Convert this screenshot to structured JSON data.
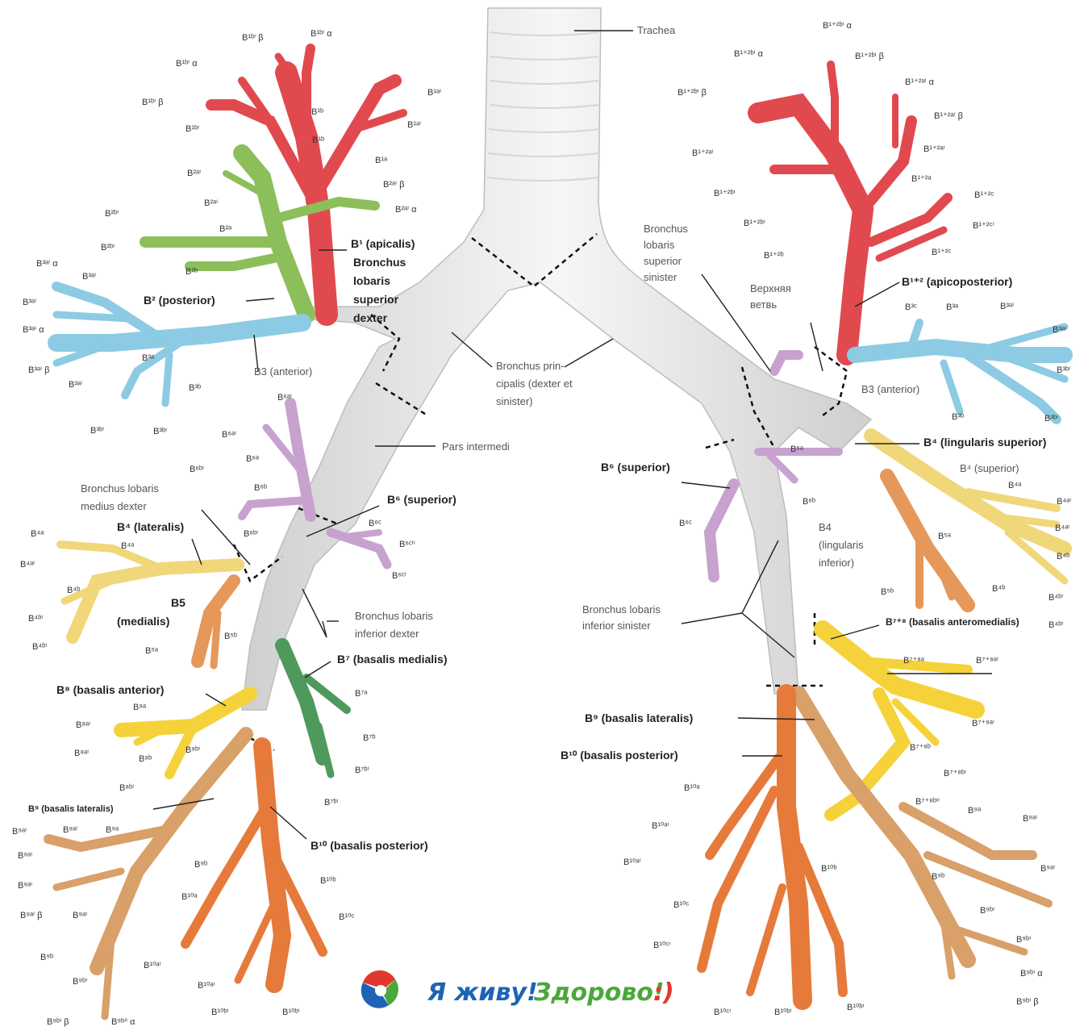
{
  "colors": {
    "trachea": "#e7e7e7",
    "red": "#e04a4f",
    "green": "#8cbf5a",
    "blue": "#8ccbe3",
    "purple": "#c7a2cf",
    "yellow": "#f0d77a",
    "bright_yellow": "#f5d23a",
    "orange": "#e67a3a",
    "tan": "#d9a06a",
    "dark_green": "#4e9a5c",
    "peach": "#e6985a",
    "watermark_blue": "#1e63b5",
    "watermark_green": "#4aa83a",
    "watermark_red": "#e2372c"
  },
  "labels": {
    "trachea": "Trachea",
    "b1_apicalis": "B¹ (apicalis)",
    "bronchus_lobaris_sup_dexter_1": "Bronchus",
    "bronchus_lobaris_sup_dexter_2": "lobaris",
    "bronchus_lobaris_sup_dexter_3": "superior",
    "bronchus_lobaris_sup_dexter_4": "dexter",
    "b2_posterior": "B² (posterior)",
    "b3_anterior_r": "B3 (anterior)",
    "bronchus_principalis_1": "Bronchus prin-",
    "bronchus_principalis_2": "cipalis (dexter et",
    "bronchus_principalis_3": "sinister)",
    "pars_intermedia": "Pars intermedi",
    "bronchus_lob_medius_1": "Bronchus lobaris",
    "bronchus_lob_medius_2": "medius dexter",
    "b4_lateralis": "B⁴ (lateralis)",
    "b6_superior_r": "B⁶ (superior)",
    "b5_medialis_1": "B5",
    "b5_medialis_2": "(medialis)",
    "bronchus_lob_inf_dexter_1": "Bronchus lobaris",
    "bronchus_lob_inf_dexter_2": "inferior dexter",
    "b7_basalis_medialis": "B⁷ (basalis medialis)",
    "b8_basalis_anterior_r": "B⁸ (basalis anterior)",
    "b9_basalis_lateralis_r": "B⁹ (basalis lateralis)",
    "b10_basalis_posterior_r": "B¹⁰ (basalis posterior)",
    "bronchus_lob_sup_sin_1": "Bronchus",
    "bronchus_lob_sup_sin_2": "lobaris",
    "bronchus_lob_sup_sin_3": "superior",
    "bronchus_lob_sup_sin_4": "sinister",
    "verkhnyaya_1": "Верхняя",
    "verkhnyaya_2": "ветвь",
    "b12_apicoposterior": "B¹⁺² (apicoposterior)",
    "b3_anterior_l": "B3 (anterior)",
    "b4_lingularis_sup": "B⁴ (lingularis superior)",
    "b6_superior_l": "B⁶ (superior)",
    "b4_superior_small": "B⁴ (superior)",
    "b4_ling_inf_1": "B4",
    "b4_ling_inf_2": "(lingularis",
    "b4_ling_inf_3": "inferior)",
    "bronchus_lob_inf_sin_1": "Bronchus lobaris",
    "bronchus_lob_inf_sin_2": "inferior sinister",
    "b78_basalis_anteromedialis": "B⁷⁺⁸ (basalis anteromedialis)",
    "b9_basalis_lateralis_l": "B⁹ (basalis lateralis)",
    "b10_basalis_posterior_l": "B¹⁰ (basalis posterior)"
  },
  "small_labels": [
    "B¹ᵇⁱ β",
    "B¹ᵇⁱ α",
    "B¹ᵇⁱ α",
    "B¹ᵃⁱ",
    "B¹ᵇⁱ β",
    "B¹ᵇ",
    "B¹ᵃⁱ",
    "B¹ᵇⁱ",
    "B¹ᵇ",
    "B¹ᵃ",
    "B²ᵃⁱ",
    "B²ᵃⁱ β",
    "B²ᵃⁱ",
    "B²ᵃⁱ α",
    "B²ᵇⁱ",
    "B²ᵃ",
    "B²ᵇⁱ",
    "B²ᵇ",
    "B³ᵃⁱ α",
    "B³ᵃⁱ",
    "B³ᵃⁱ",
    "B³ᵃⁱ α",
    "B³ᵃ",
    "B³ᵃⁱ β",
    "B³ᵃⁱ",
    "B³ᵇ",
    "B³ᵇⁱ",
    "B³ᵇⁱ",
    "B⁶ᵃⁱ",
    "B⁶ᵃⁱ",
    "B⁶ᵃ",
    "B⁶ᵇⁱ",
    "B⁶ᵇ",
    "B⁶ᵇⁱ",
    "B⁶ᶜ",
    "B⁶ᶜⁱⁱ",
    "B⁶ᶜⁱ",
    "B⁴ᵃ",
    "B⁴ᵃⁱ",
    "B⁴ᵃ",
    "B⁴ᵇ",
    "B⁴ᵇⁱ",
    "B⁴ᵇⁱ",
    "B⁵ᵇ",
    "B⁵ᵃ",
    "B⁷ᵃ",
    "B⁷ᵇ",
    "B⁷ᵇⁱ",
    "B⁷ᵇⁱ",
    "B⁸ᵃⁱ",
    "B⁸ᵃ",
    "B⁸ᵃⁱ",
    "B⁸ᵇ",
    "B⁸ᵇⁱ",
    "B⁸ᵇⁱ",
    "B⁹ᵃⁱ",
    "B⁹ᵃⁱ",
    "B⁹ᵃ",
    "B⁹ᵃⁱ",
    "B⁹ᵃⁱ",
    "B⁹ᵃⁱ β",
    "B⁹ᵇ",
    "B⁹ᵃⁱ",
    "B⁹ᵇ",
    "B⁹ᵇⁱ",
    "B⁹ᵇⁱ β",
    "B⁹ᵇⁱⁱ α",
    "B¹⁰ᵃ",
    "B¹⁰ᵇ",
    "B¹⁰ᶜ",
    "B¹⁰ᵃⁱ",
    "B¹⁰ᵃⁱ",
    "B¹⁰ᵇⁱ",
    "B¹⁰ᵇⁱ",
    "B¹⁺²ᵇⁱ α",
    "B¹⁺²ᵇⁱ α",
    "B¹⁺²ᵇⁱ β",
    "B¹⁺²ᵃⁱ α",
    "B¹⁺²ᵇⁱ β",
    "B¹⁺²ᵃⁱ β",
    "B¹⁺²ᵃⁱ",
    "B¹⁺²ᵃⁱ",
    "B¹⁺²ᵃ",
    "B¹⁺²ᵇⁱ",
    "B¹⁺²ᶜ",
    "B¹⁺²ᵇⁱ",
    "B¹⁺²ᶜⁱ",
    "B¹⁺²ᵇ",
    "B¹⁺²ᶜ",
    "B³ᶜ",
    "B³ᵃ",
    "B³ᵃⁱ",
    "B³ᵃⁱ",
    "B³ᵇⁱ",
    "B³ᵇ",
    "B³ᵇⁱ",
    "B⁶ᵃ",
    "B⁶ᵇ",
    "B⁶ᶜ",
    "B⁴ᵃ",
    "B⁴ᵃⁱ",
    "B⁴ᵃⁱ",
    "B⁴ᵇ",
    "B⁴ᵇⁱ",
    "B⁵ᵃ",
    "B⁴ᵇ",
    "B⁵ᵇ",
    "B⁴ᵇⁱ",
    "B⁷⁺⁸ᵃ",
    "B⁷⁺⁸ᵃⁱ",
    "B⁷⁺⁸ᵃⁱ",
    "B⁷⁺⁸ᵇ",
    "B⁷⁺⁸ᵇⁱ",
    "B⁷⁺⁸ᵇⁱⁱ",
    "B⁹ᵃ",
    "B⁹ᵃⁱ",
    "B⁹ᵃⁱ",
    "B⁹ᵇ",
    "B⁹ᵇⁱ",
    "B⁹ᵇⁱ",
    "B⁹ᵇⁱ α",
    "B⁹ᵇⁱ β",
    "B¹⁰ᵃ",
    "B¹⁰ᵃⁱ",
    "B¹⁰ᵃⁱ",
    "B¹⁰ᵇ",
    "B¹⁰ᶜ",
    "B¹⁰ᶜⁱ",
    "B¹⁰ᶜⁱ",
    "B¹⁰ᵇⁱ",
    "B¹⁰ᵇⁱ"
  ],
  "watermark": {
    "part1": "Я живу!",
    "part2": "Здорово!",
    "part3": ":)"
  }
}
